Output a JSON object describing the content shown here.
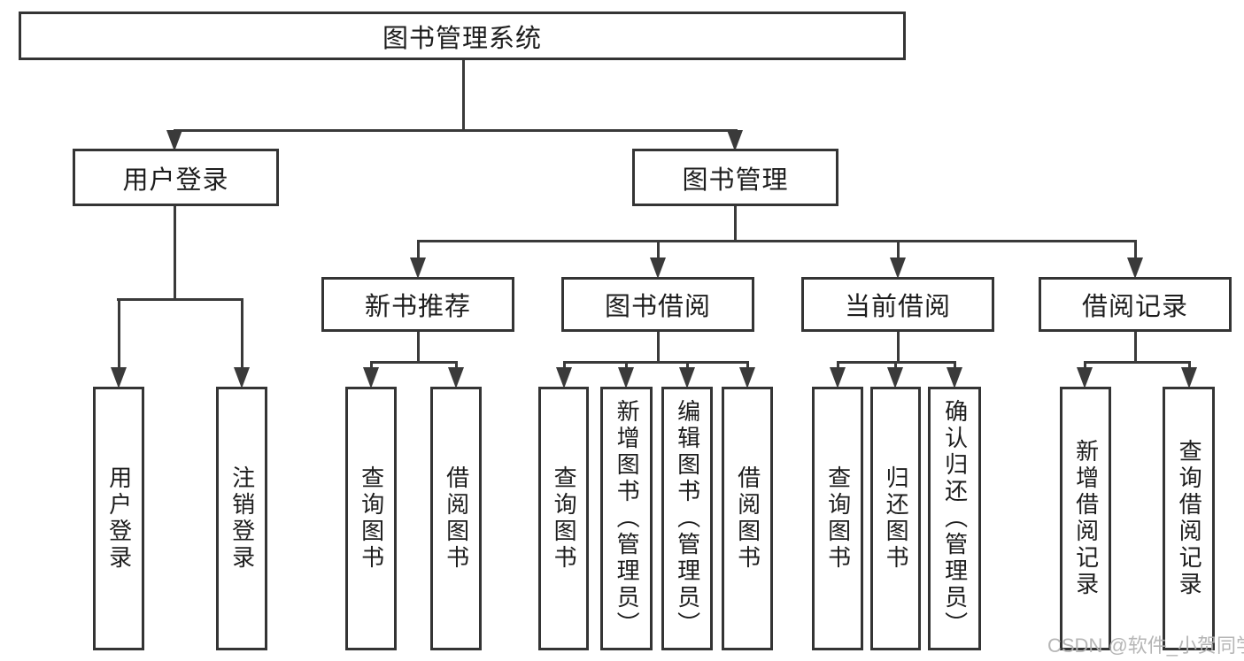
{
  "diagram_title": "图书管理系统",
  "watermark": "CSDN @软件_小贺同学",
  "colors": {
    "background": "#ffffff",
    "border": "#343434",
    "line": "#3a3a3a",
    "text": "#1d1d1d",
    "watermark": "#b2b2b2"
  },
  "tree": {
    "root": {
      "label": "图书管理系统"
    },
    "branches": [
      {
        "label": "用户登录",
        "children": [
          {
            "label": "用户登录"
          },
          {
            "label": "注销登录"
          }
        ]
      },
      {
        "label": "图书管理",
        "children": [
          {
            "label": "新书推荐",
            "children": [
              {
                "label": "查询图书"
              },
              {
                "label": "借阅图书"
              }
            ]
          },
          {
            "label": "图书借阅",
            "children": [
              {
                "label": "查询图书"
              },
              {
                "label": "新增图书（管理员）"
              },
              {
                "label": "编辑图书（管理员）"
              },
              {
                "label": "借阅图书"
              }
            ]
          },
          {
            "label": "当前借阅",
            "children": [
              {
                "label": "查询图书"
              },
              {
                "label": "归还图书"
              },
              {
                "label": "确认归还（管理员）"
              }
            ]
          },
          {
            "label": "借阅记录",
            "children": [
              {
                "label": "新增借阅记录"
              },
              {
                "label": "查询借阅记录"
              }
            ]
          }
        ]
      }
    ]
  }
}
